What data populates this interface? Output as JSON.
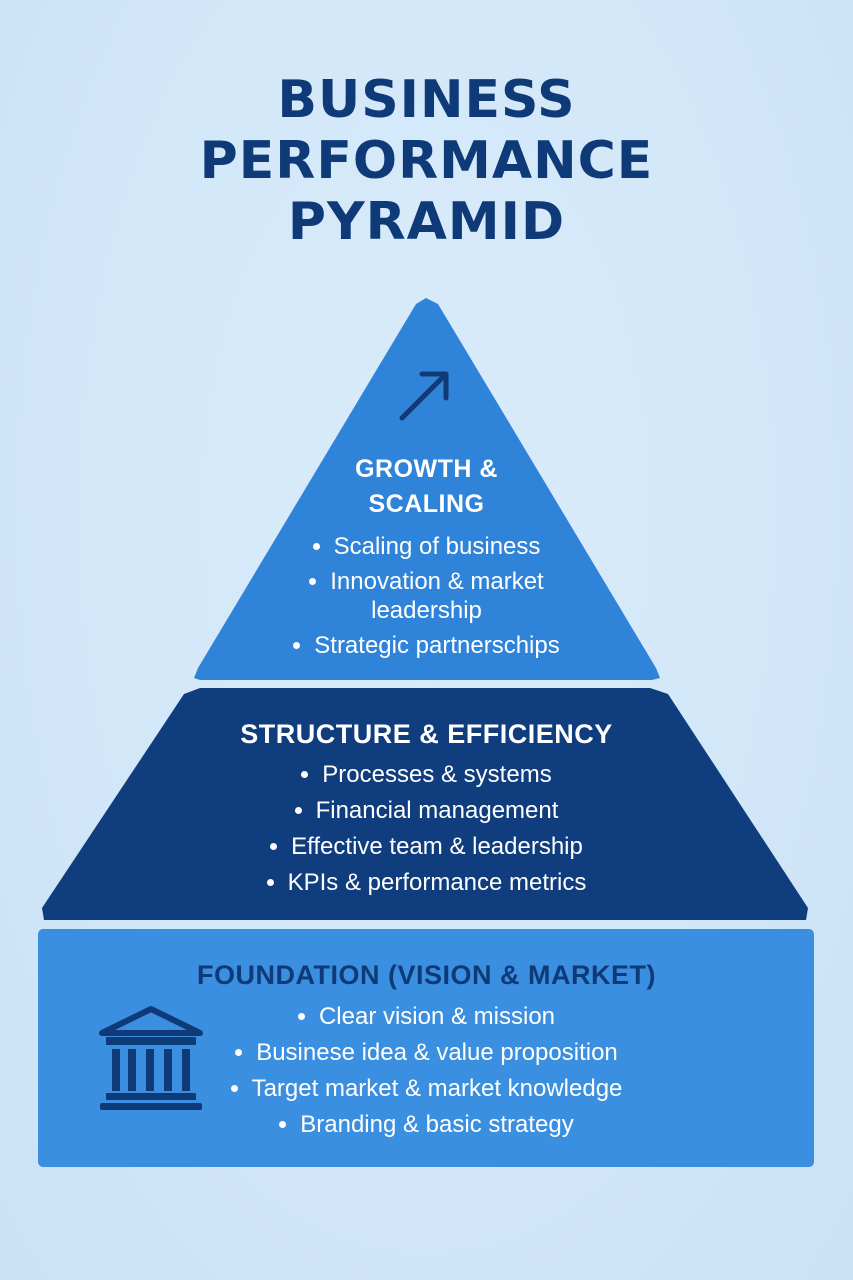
{
  "title": {
    "line1": "BUSINESS",
    "line2": "PERFORMANCE",
    "line3": "PYRAMID"
  },
  "tiers": {
    "top": {
      "heading_line1": "GROWTH &",
      "heading_line2": "SCALING",
      "icon": "arrow-up-right-icon",
      "color": "#2f83d8",
      "bullets": [
        "Scaling of business",
        "Innovation & market",
        "leadership",
        "Strategic partnerschips"
      ]
    },
    "middle": {
      "heading": "STRUCTURE & EFFICIENCY",
      "color": "#0f3d7e",
      "bullets": [
        "Processes & systems",
        "Financial management",
        "Effective team & leadership",
        "KPIs & performance metrics"
      ]
    },
    "base": {
      "heading": "FOUNDATION (VISION & MARKET)",
      "icon": "institution-building-icon",
      "color": "#3b8fe0",
      "bullets": [
        "Clear vision & mission",
        "Businese idea & value proposition",
        "Target market & market knowledge",
        "Branding & basic strategy"
      ]
    }
  },
  "colors": {
    "background": "#d2e7f8",
    "title": "#0f3a78"
  }
}
